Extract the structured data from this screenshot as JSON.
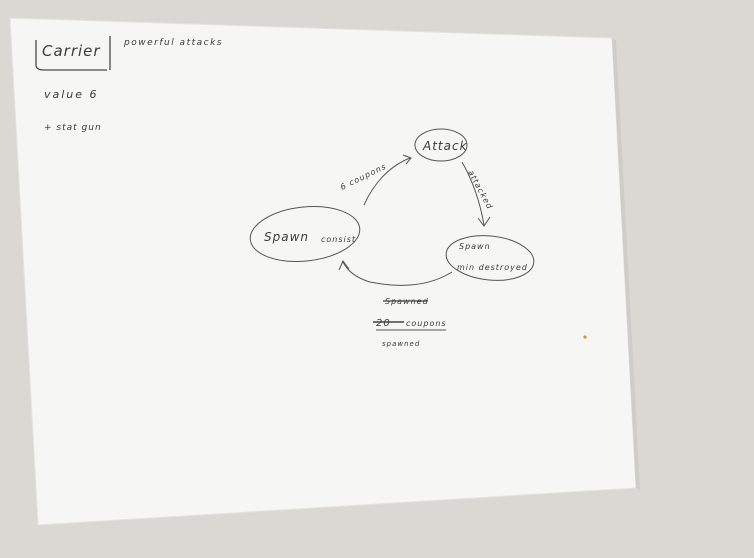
{
  "sheet": {
    "card_title": "Carrier",
    "card_subtitle": "powerful attacks",
    "stat_value": "value 6",
    "stat_ability": "+ stat gun"
  },
  "diagram": {
    "node_attack": "Attack",
    "node_spawn_left": "Spawn",
    "node_spawn_left_note": "consist",
    "node_spawn_right_top": "Spawn",
    "node_spawn_right_bottom": "min destroyed",
    "edge_top_left": "6 coupons",
    "edge_right": "attacked",
    "edge_bottom_struck_1": "Spawned",
    "edge_bottom_struck_2": "20",
    "edge_bottom_coupons": "coupons",
    "edge_bottom_note": "spawned"
  },
  "colors": {
    "paper": "#f7f7f5",
    "ink": "#3b3b3b",
    "background": "#dcdad4"
  }
}
